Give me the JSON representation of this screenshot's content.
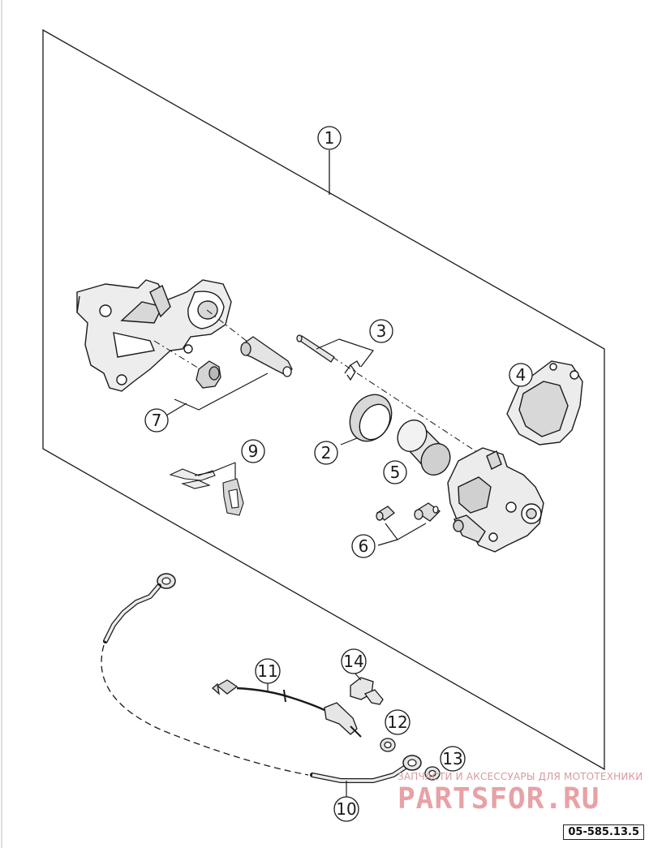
{
  "diagram": {
    "callouts": [
      {
        "id": "callout-1",
        "label": "1"
      },
      {
        "id": "callout-2",
        "label": "2"
      },
      {
        "id": "callout-3",
        "label": "3"
      },
      {
        "id": "callout-4",
        "label": "4"
      },
      {
        "id": "callout-5",
        "label": "5"
      },
      {
        "id": "callout-6",
        "label": "6"
      },
      {
        "id": "callout-7",
        "label": "7"
      },
      {
        "id": "callout-8",
        "label": "9"
      },
      {
        "id": "callout-10",
        "label": "10"
      },
      {
        "id": "callout-11",
        "label": "11"
      },
      {
        "id": "callout-12",
        "label": "12"
      },
      {
        "id": "callout-13",
        "label": "13"
      },
      {
        "id": "callout-14",
        "label": "14"
      }
    ],
    "reference_code": "05-585.13.5"
  },
  "watermark": {
    "caption": "ЗАПЧАСТИ И АКСЕССУАРЫ ДЛЯ МОТОТЕХНИКИ",
    "brand": "PARTSFOR.RU",
    "color": "#e8a1a6"
  },
  "colors": {
    "line": "#1a1a1a",
    "fill_light": "#ededed",
    "fill_mid": "#d8d8d8"
  }
}
